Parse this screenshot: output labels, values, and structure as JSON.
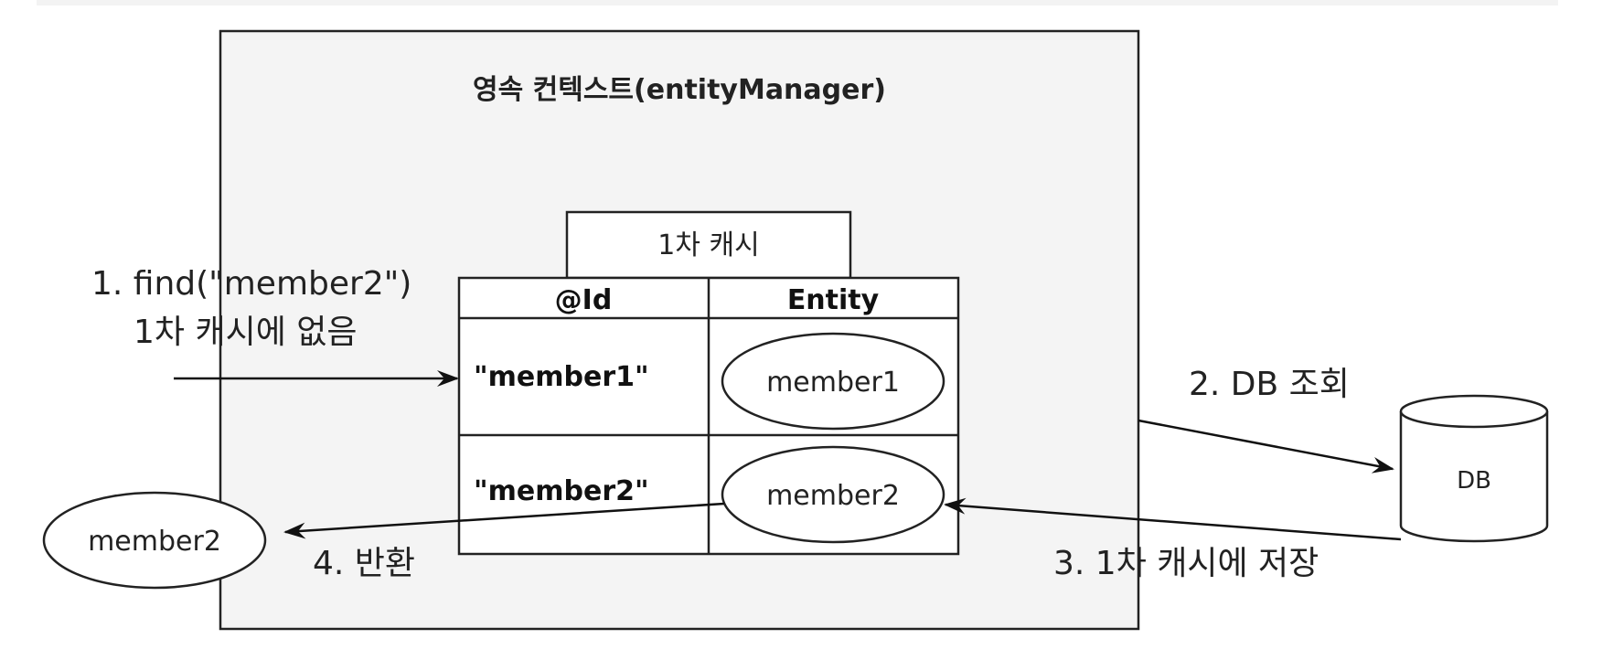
{
  "context": {
    "title": "영속 컨텍스트(entityManager)"
  },
  "cache": {
    "tab_label": "1차 캐시",
    "col_id": "@Id",
    "col_entity": "Entity",
    "rows": [
      {
        "id": "\"member1\"",
        "entity": "member1"
      },
      {
        "id": "\"member2\"",
        "entity": "member2"
      }
    ]
  },
  "steps": {
    "find_line1": "1. find(\"member2\")",
    "find_line2": "1차 캐시에 없음",
    "db_query": "2. DB 조회",
    "save_cache": "3. 1차 캐시에 저장",
    "return": "4. 반환"
  },
  "db": {
    "label": "DB"
  },
  "result": {
    "label": "member2"
  }
}
